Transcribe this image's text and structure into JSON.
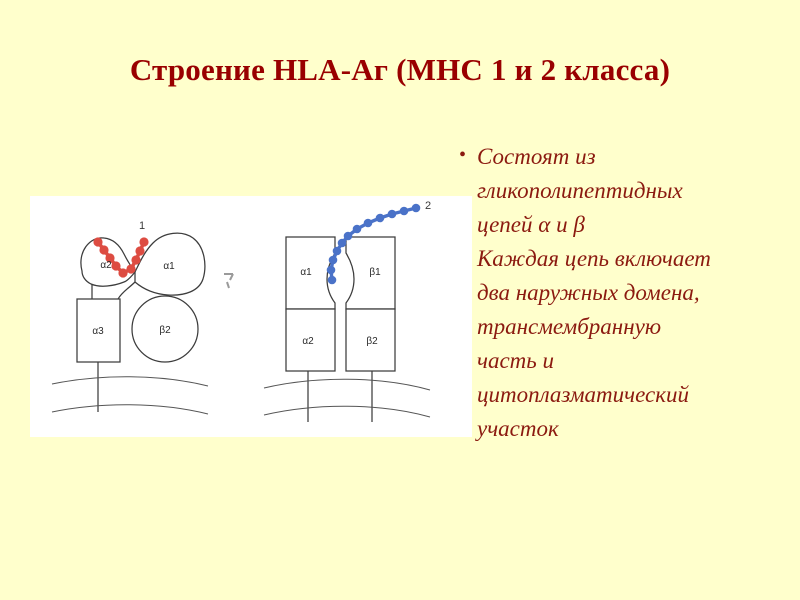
{
  "slide": {
    "background_color": "#ffffcc",
    "title": "Строение HLA-Аг  (МНС 1 и 2 класса)",
    "title_color": "#990000",
    "text_color": "#8b1a10"
  },
  "bullets": [
    {
      "marker": "•",
      "lines": [
        "Состоят из",
        "гликополипептидных",
        "цепей α и β"
      ]
    }
  ],
  "paragraphs": [
    {
      "lines": [
        "Каждая цепь включает",
        "два наружных домена,",
        "трансмембранную",
        "часть и",
        "цитоплазматический",
        "участок"
      ]
    }
  ],
  "figure": {
    "background_color": "#ffffff",
    "peptide_class1_color": "#dd4c42",
    "peptide_class2_color": "#4a72c8",
    "line_color": "#3c3c3c",
    "class1": {
      "number_label": "1",
      "domains": [
        {
          "name": "alpha2",
          "label": "α2"
        },
        {
          "name": "alpha1",
          "label": "α1"
        },
        {
          "name": "alpha3",
          "label": "α3"
        },
        {
          "name": "beta2microglobulin",
          "label": "β2"
        }
      ]
    },
    "class2": {
      "number_label": "2",
      "domains": [
        {
          "name": "alpha1",
          "label": "α1"
        },
        {
          "name": "beta1",
          "label": "β1"
        },
        {
          "name": "alpha2",
          "label": "α2"
        },
        {
          "name": "beta2",
          "label": "β2"
        }
      ]
    }
  }
}
